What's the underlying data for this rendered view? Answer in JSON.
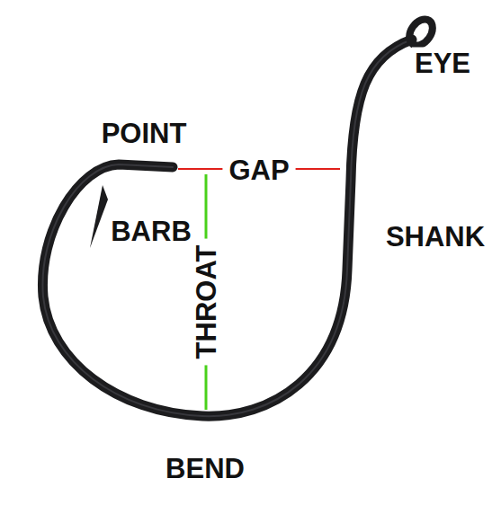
{
  "diagram": {
    "labels": [
      "EYE",
      "POINT",
      "GAP",
      "BARB",
      "SHANK",
      "THROAT",
      "BEND"
    ]
  }
}
